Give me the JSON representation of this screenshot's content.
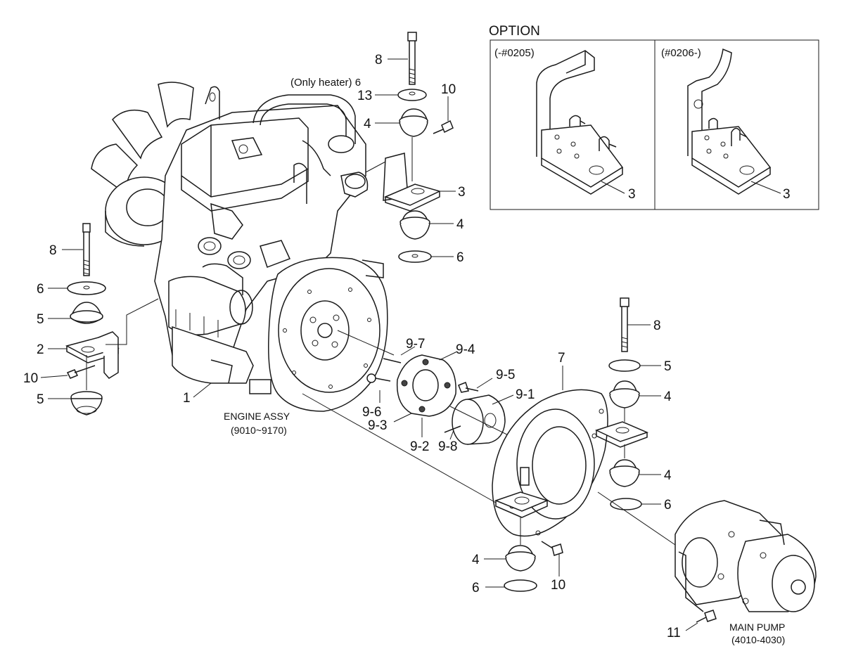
{
  "option": {
    "title": "OPTION",
    "left_range": "(-#0205)",
    "right_range": "(#0206-)",
    "left_part": "3",
    "right_part": "3"
  },
  "engine": {
    "caption_line1": "ENGINE ASSY",
    "caption_line2": "(9010~9170)",
    "part_no": "1"
  },
  "pump": {
    "caption_line1": "MAIN PUMP",
    "caption_line2": "(4010-4030)"
  },
  "callouts": {
    "heater_note": "(Only heater) 6",
    "c8_top": "8",
    "c13": "13",
    "c10_top": "10",
    "c4_top": "4",
    "c3_right": "3",
    "c4_mid": "4",
    "c6_mid": "6",
    "c8_left": "8",
    "c6_left": "6",
    "c5_left_top": "5",
    "c2": "2",
    "c10_left": "10",
    "c5_left_bot": "5",
    "c9_7": "9-7",
    "c9_4": "9-4",
    "c9_5": "9-5",
    "c9_6": "9-6",
    "c9_1": "9-1",
    "c9_3": "9-3",
    "c9_2": "9-2",
    "c9_8": "9-8",
    "c7": "7",
    "c8_right": "8",
    "c5_right": "5",
    "c4_right_top": "4",
    "c4_right_bot": "4",
    "c6_right": "6",
    "c4_bottom": "4",
    "c10_bottom": "10",
    "c6_bottom": "6",
    "c11": "11"
  }
}
